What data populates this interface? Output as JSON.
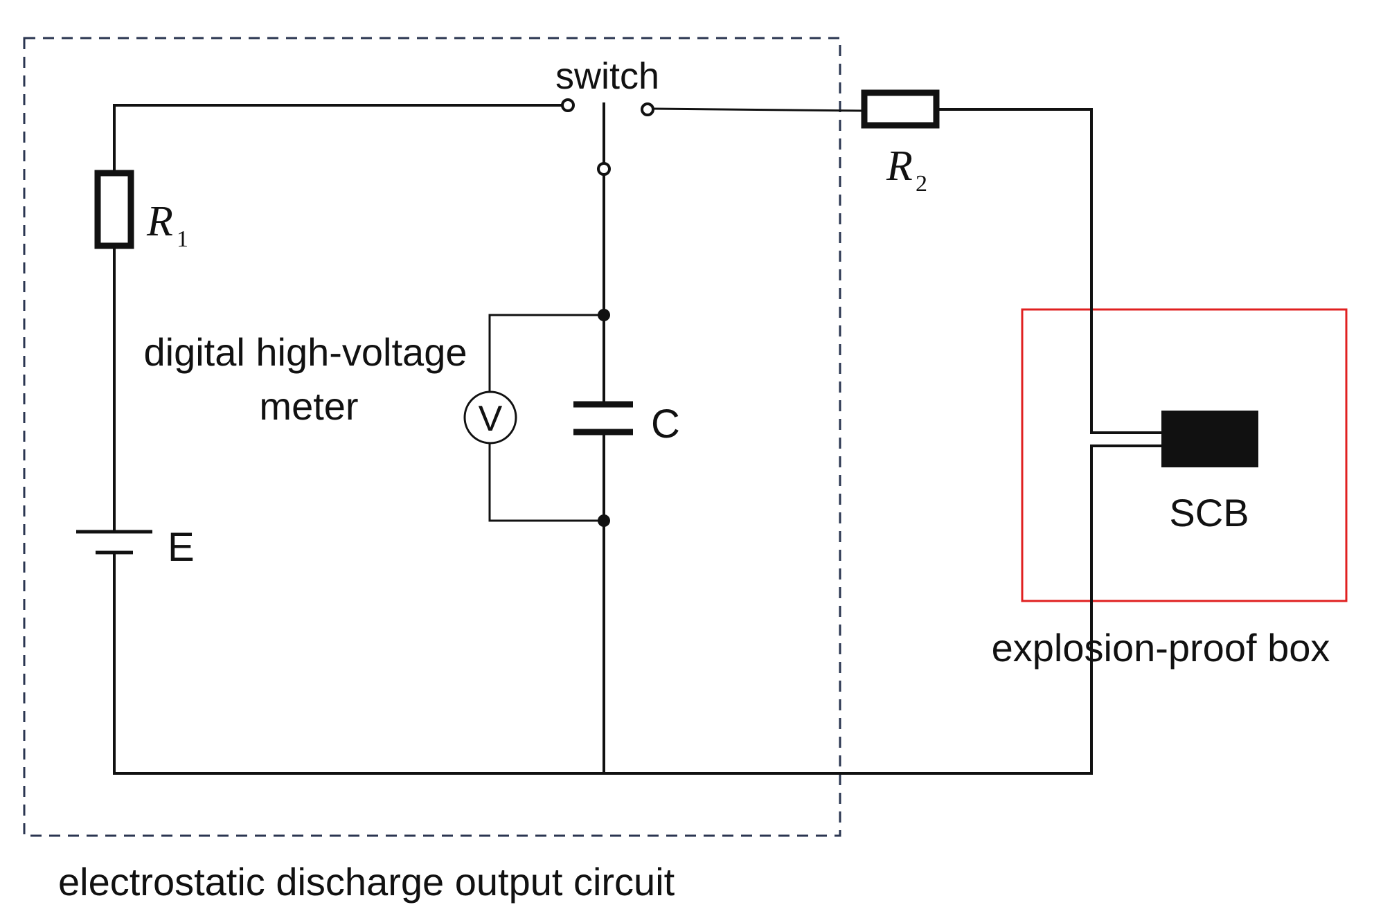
{
  "labels": {
    "switch": "switch",
    "r1": "R",
    "r1_sub": "1",
    "r2": "R",
    "r2_sub": "2",
    "meter_line1": "digital high-voltage",
    "meter_line2": "meter",
    "voltmeter": "V",
    "capacitor": "C",
    "source": "E",
    "scb": "SCB",
    "box": "explosion-proof box",
    "circuit": "electrostatic discharge output circuit"
  },
  "colors": {
    "wire": "#111111",
    "dashed_frame": "#2a3550",
    "box_frame": "#e02020",
    "scb_fill": "#111111"
  }
}
